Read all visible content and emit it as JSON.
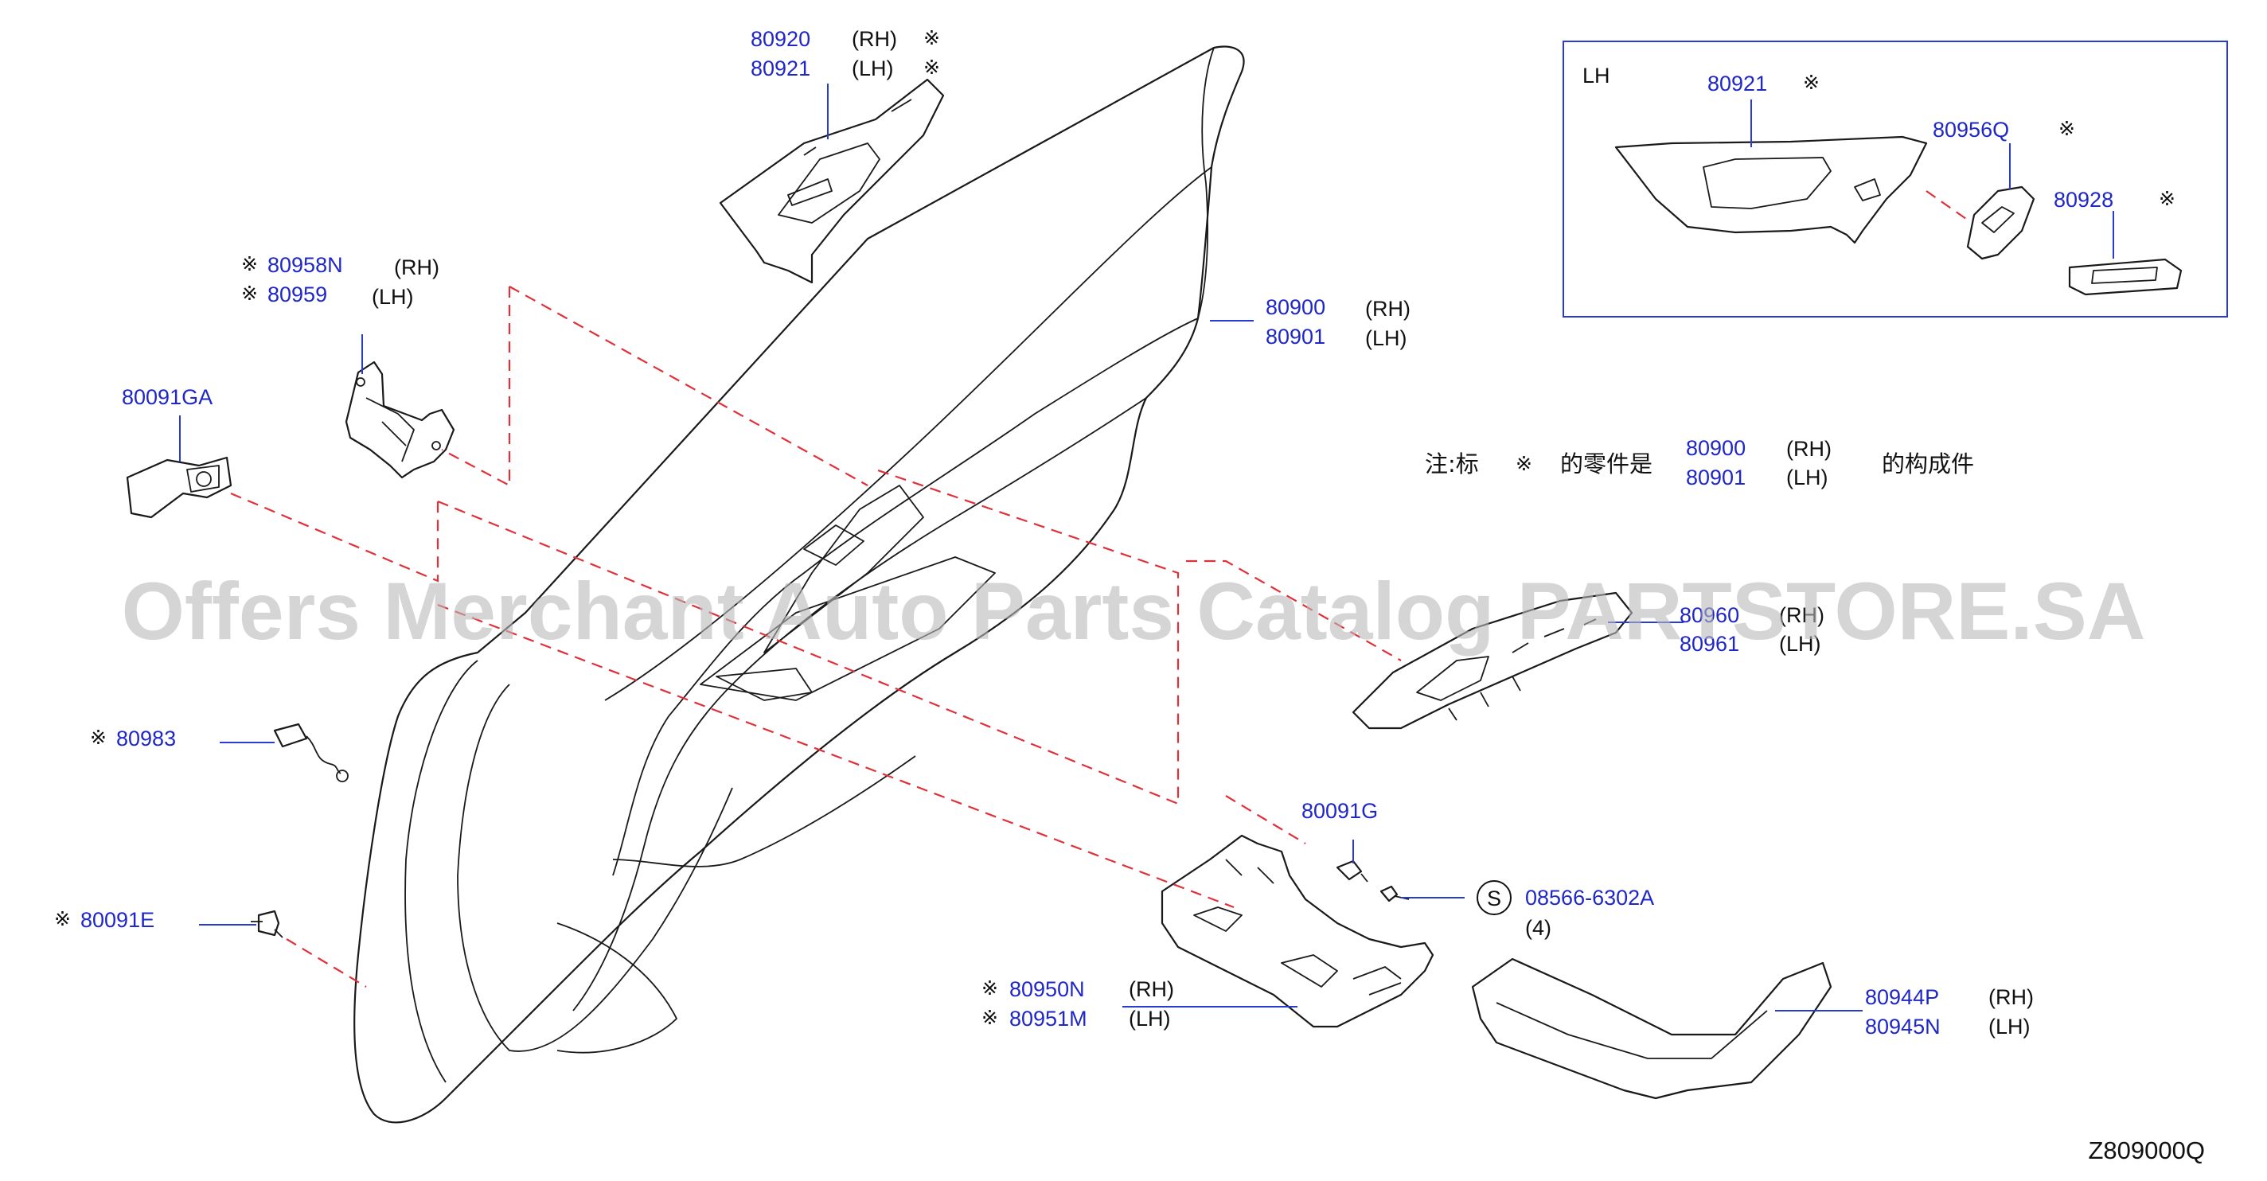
{
  "diagram_code": "Z809000Q",
  "watermark": "Offers Merchant Auto Parts Catalog PARTSTORE.SA",
  "inset": {
    "label": "LH"
  },
  "note": {
    "prefix": "注:标",
    "symbol": "※",
    "middle": "的零件是",
    "part_rh": "80900",
    "part_lh": "80901",
    "side_rh": "(RH)",
    "side_lh": "(LH)",
    "suffix": "的构成件"
  },
  "callouts": {
    "c80920": {
      "number": "80920",
      "side": "(RH)",
      "mark": "※"
    },
    "c80921": {
      "number": "80921",
      "side": "(LH)",
      "mark": "※"
    },
    "c80958N": {
      "number": "80958N",
      "side": "(RH)",
      "mark": "※"
    },
    "c80959": {
      "number": "80959",
      "side": "(LH)",
      "mark": "※"
    },
    "c80091GA": {
      "number": "80091GA"
    },
    "c80900": {
      "number": "80900",
      "side": "(RH)"
    },
    "c80901": {
      "number": "80901",
      "side": "(LH)"
    },
    "c80960": {
      "number": "80960",
      "side": "(RH)"
    },
    "c80961": {
      "number": "80961",
      "side": "(LH)"
    },
    "c80983": {
      "number": "80983",
      "mark": "※"
    },
    "c80091E": {
      "number": "80091E",
      "mark": "※"
    },
    "c80091G": {
      "number": "80091G"
    },
    "c08566": {
      "number": "08566-6302A",
      "qty": "(4)",
      "symbol": "S"
    },
    "c80950N": {
      "number": "80950N",
      "side": "(RH)",
      "mark": "※"
    },
    "c80951M": {
      "number": "80951M",
      "side": "(LH)",
      "mark": "※"
    },
    "c80944P": {
      "number": "80944P",
      "side": "(RH)"
    },
    "c80945N": {
      "number": "80945N",
      "side": "(LH)"
    },
    "inset80921": {
      "number": "80921",
      "mark": "※"
    },
    "inset80956Q": {
      "number": "80956Q",
      "mark": "※"
    },
    "inset80928": {
      "number": "80928",
      "mark": "※"
    }
  }
}
